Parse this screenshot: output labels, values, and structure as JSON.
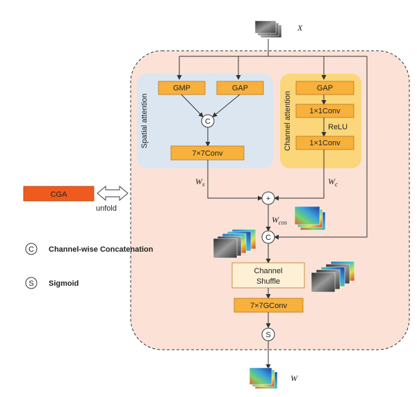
{
  "inputs": {
    "x_label": "X",
    "w_label": "W"
  },
  "spatial": {
    "title": "Spatial attention",
    "gmp": "GMP",
    "gap": "GAP",
    "concat": "C",
    "conv": "7×7Conv",
    "weight": "W",
    "weight_sub": "s"
  },
  "channel": {
    "title": "Channel attention",
    "gap": "GAP",
    "conv1": "1×1Conv",
    "relu": "ReLU",
    "conv2": "1×1Conv",
    "weight": "W",
    "weight_sub": "c"
  },
  "fusion": {
    "plus": "+",
    "weight": "W",
    "weight_sub": "cos",
    "concat": "C",
    "shuffle_line1": "Channel",
    "shuffle_line2": "Shuffle",
    "gconv": "7×7GConv",
    "sigmoid": "S"
  },
  "side": {
    "cga": "CGA",
    "unfold": "unfold"
  },
  "legend": [
    {
      "symbol": "C",
      "text": "Channel-wise Concatenation"
    },
    {
      "symbol": "S",
      "text": "Sigmoid"
    }
  ],
  "colors": {
    "outer_fill": "#fbe1d6",
    "spatial_fill": "#dbe6f1",
    "channel_fill": "#fbd67a",
    "op_box": "#f7b13c",
    "cga_box": "#ef5b1e",
    "shuffle_box": "#fdf0d5"
  }
}
